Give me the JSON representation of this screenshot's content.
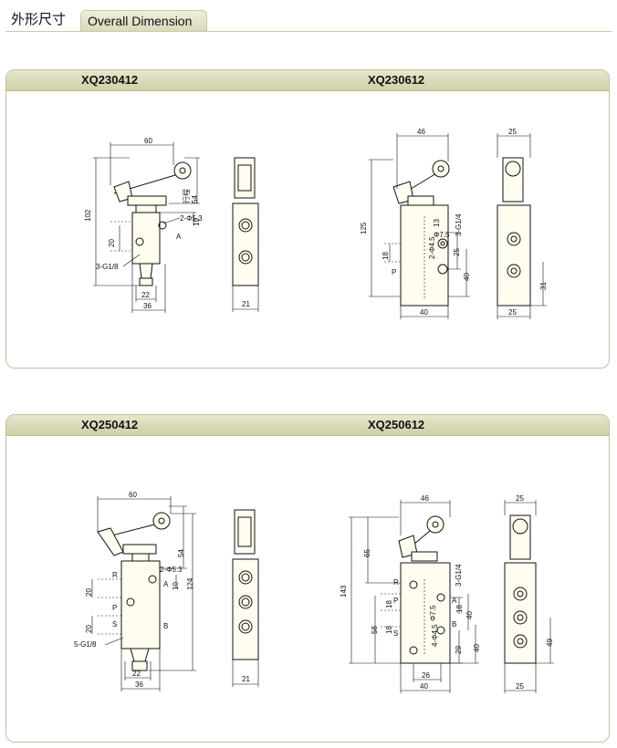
{
  "header": {
    "title_cn": "外形尺寸",
    "title_en": "Overall Dimension"
  },
  "panels": [
    {
      "left_model": "XQ230412",
      "right_model": "XQ230612"
    },
    {
      "left_model": "XQ250412",
      "right_model": "XQ250612"
    }
  ],
  "labels": {
    "d60": "60",
    "d102": "102",
    "d54": "54",
    "d10": "10",
    "d20": "20",
    "d22": "22",
    "d36": "36",
    "d21": "21",
    "hole2": "2-Φ5.3",
    "portA": "A",
    "port3": "3-G1/8",
    "d46": "46",
    "d25": "25",
    "d125": "125",
    "d13": "13",
    "d18": "18",
    "d40": "40",
    "d31": "31",
    "port3g14": "3-G1/4",
    "hole2b": "2-Φ4.5",
    "d75": "Φ7.5",
    "portP": "P",
    "d124": "124",
    "portR": "R",
    "portS": "S",
    "portB": "B",
    "port5": "5-G1/8",
    "d143": "143",
    "d65": "65",
    "d58": "58",
    "d29": "29",
    "d26": "26",
    "d49": "49",
    "hole4": "4-Φ4.5",
    "stroke": "行程"
  }
}
